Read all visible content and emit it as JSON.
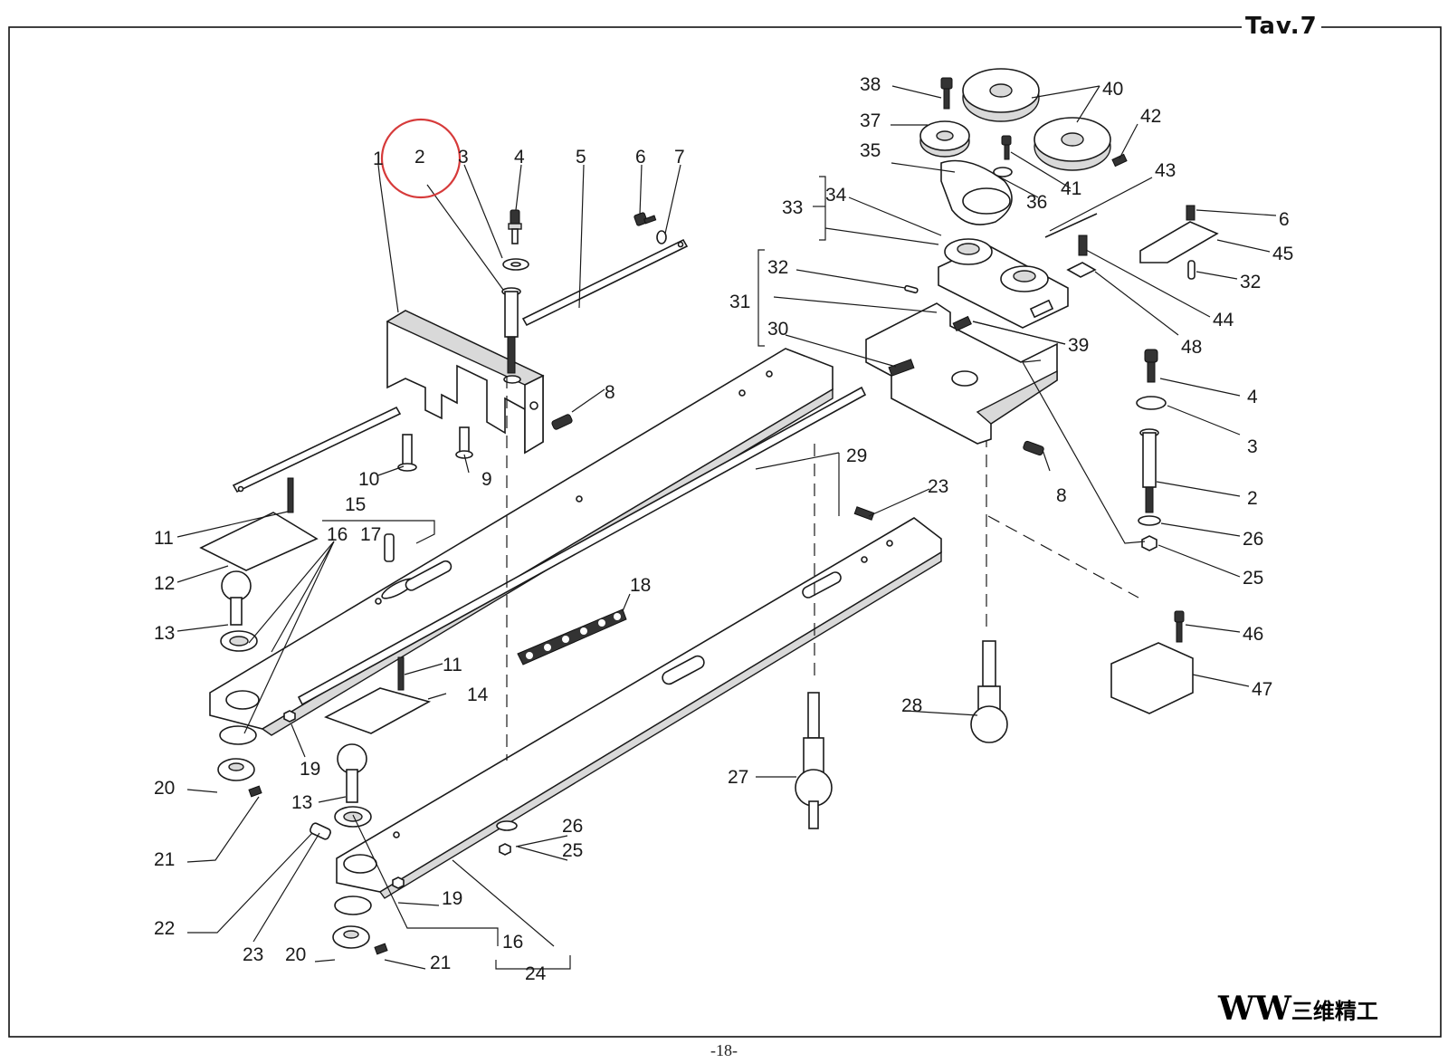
{
  "table_title": "Tav.7",
  "page_number": "-18-",
  "brand": {
    "mark": "W",
    "text": "三维精工"
  },
  "highlight_label": "2",
  "labels": {
    "l1": "1",
    "l2": "2",
    "l3": "3",
    "l4": "4",
    "l5": "5",
    "l6": "6",
    "l7": "7",
    "l8": "8",
    "l9": "9",
    "l10": "10",
    "l11": "11",
    "l12": "12",
    "l13": "13",
    "l14": "14",
    "l15": "15",
    "l16": "16",
    "l17": "17",
    "l18": "18",
    "l19": "19",
    "l20": "20",
    "l21": "21",
    "l22": "22",
    "l23": "23",
    "l24": "24",
    "l25": "25",
    "l26": "26",
    "l27": "27",
    "l28": "28",
    "l29": "29",
    "l30": "30",
    "l31": "31",
    "l32": "32",
    "l33": "33",
    "l34": "34",
    "l35": "35",
    "l36": "36",
    "l37": "37",
    "l38": "38",
    "l39": "39",
    "l40": "40",
    "l41": "41",
    "l42": "42",
    "l43": "43",
    "l44": "44",
    "l45": "45",
    "l46": "46",
    "l47": "47",
    "l48": "48"
  }
}
